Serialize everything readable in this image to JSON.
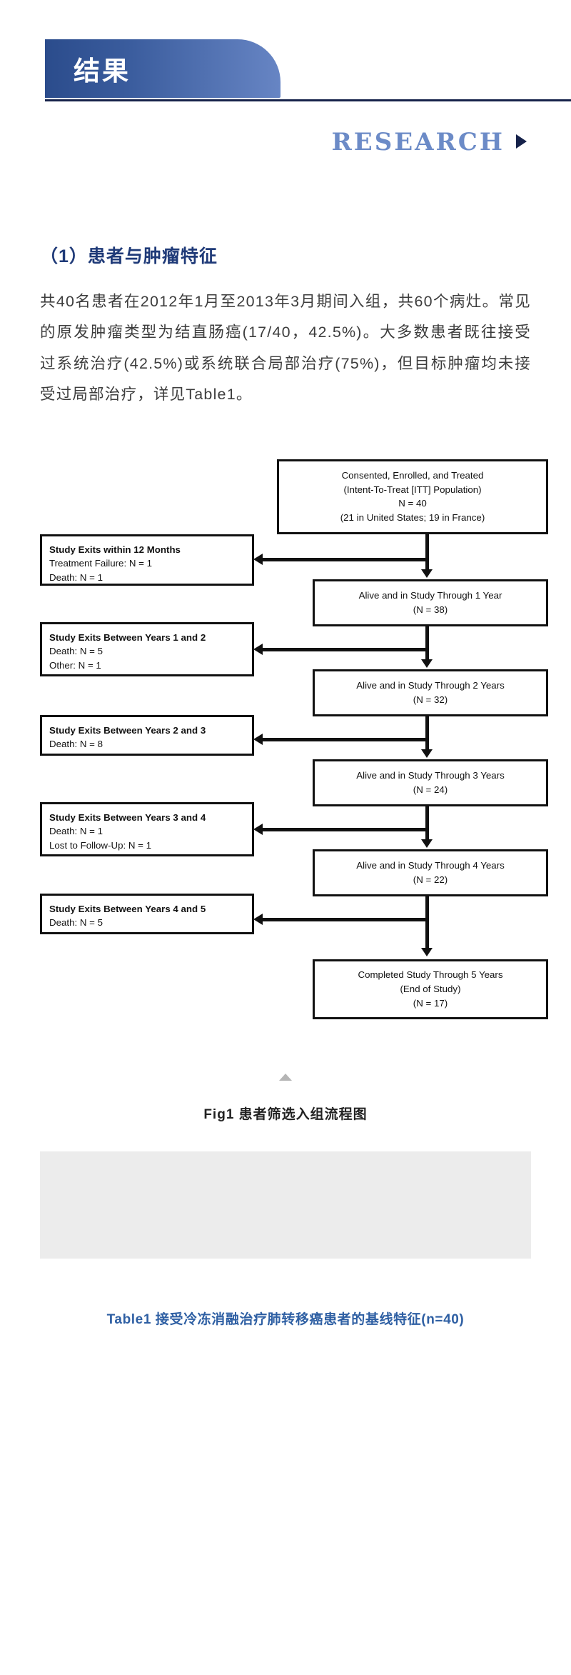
{
  "banner": {
    "title": "结果"
  },
  "header": {
    "research_label": "RESEARCH",
    "arrow_icon": "triangle-right-icon",
    "accent_color": "#6c8bc7",
    "arrow_color": "#16224a",
    "banner_color_start": "#2b4c8c",
    "banner_color_end": "#6785c4"
  },
  "article": {
    "subheading": "（1）患者与肿瘤特征",
    "paragraph": "共40名患者在2012年1月至2013年3月期间入组，共60个病灶。常见的原发肿瘤类型为结直肠癌(17/40，42.5%)。大多数患者既往接受过系统治疗(42.5%)或系统联合局部治疗(75%)，但目标肿瘤均未接受过局部治疗，详见Table1。"
  },
  "flowchart": {
    "main_nodes": [
      {
        "id": "consented",
        "lines": [
          "Consented, Enrolled, and Treated",
          "(Intent-To-Treat [ITT] Population)",
          "N = 40",
          "(21 in United States; 19 in France)"
        ]
      },
      {
        "id": "year1",
        "lines": [
          "Alive and in Study Through 1 Year",
          "(N = 38)"
        ]
      },
      {
        "id": "year2",
        "lines": [
          "Alive and in Study Through 2 Years",
          "(N = 32)"
        ]
      },
      {
        "id": "year3",
        "lines": [
          "Alive and in Study Through 3 Years",
          "(N = 24)"
        ]
      },
      {
        "id": "year4",
        "lines": [
          "Alive and in Study Through 4 Years",
          "(N = 22)"
        ]
      },
      {
        "id": "completed",
        "lines": [
          "Completed Study Through 5 Years",
          "(End of Study)",
          "(N = 17)"
        ]
      }
    ],
    "exit_nodes": [
      {
        "id": "exit12m",
        "header": "Study Exits within 12 Months",
        "items": [
          "Treatment Failure: N = 1",
          "Death: N = 1"
        ]
      },
      {
        "id": "exit1to2",
        "header": "Study Exits Between Years 1 and 2",
        "items": [
          "Death: N = 5",
          "Other: N = 1"
        ]
      },
      {
        "id": "exit2to3",
        "header": "Study Exits Between Years 2 and 3",
        "items": [
          "Death: N = 8"
        ]
      },
      {
        "id": "exit3to4",
        "header": "Study Exits Between Years 3 and 4",
        "items": [
          "Death: N = 1",
          "Lost to Follow-Up: N = 1"
        ]
      },
      {
        "id": "exit4to5",
        "header": "Study Exits Between Years 4 and 5",
        "items": [
          "Death: N = 5"
        ]
      }
    ]
  },
  "figure": {
    "caption": "Fig1 患者筛选入组流程图",
    "collapse_icon": "caret-up-icon"
  },
  "table_section": {
    "caption": "Table1 接受冷冻消融治疗肺转移癌患者的基线特征(n=40)",
    "caption_color": "#2e5fa3"
  }
}
